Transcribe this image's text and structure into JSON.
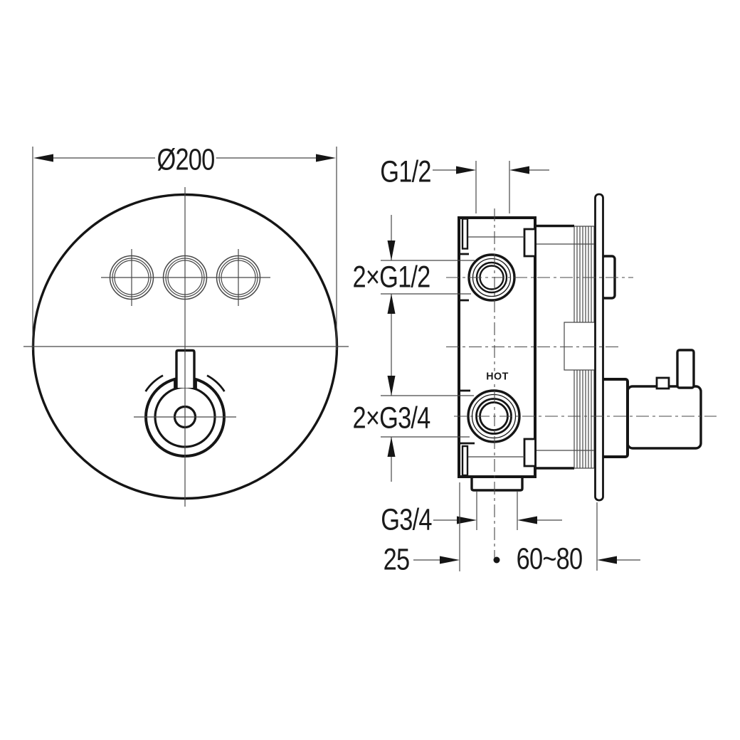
{
  "drawing_type": "technical installation drawing - concealed thermostatic shower mixer",
  "colors": {
    "background": "#ffffff",
    "bold_line": "#151515",
    "thin_line": "#474747"
  },
  "labels": {
    "plate_diameter": "Ø200",
    "top_port_thread": "G1/2",
    "upper_ports_thread": "2×G1/2",
    "hot_marking": "HOT",
    "lower_ports_thread": "2×G3/4",
    "bottom_outlet_thread": "G3/4",
    "center_to_face_mm": "25",
    "mounting_depth_range_mm": "60~80"
  },
  "views": {
    "front_view": "round trim plate with 3 push buttons and temperature knob",
    "side_view": "sectional side view with wall plate and stop valve"
  }
}
